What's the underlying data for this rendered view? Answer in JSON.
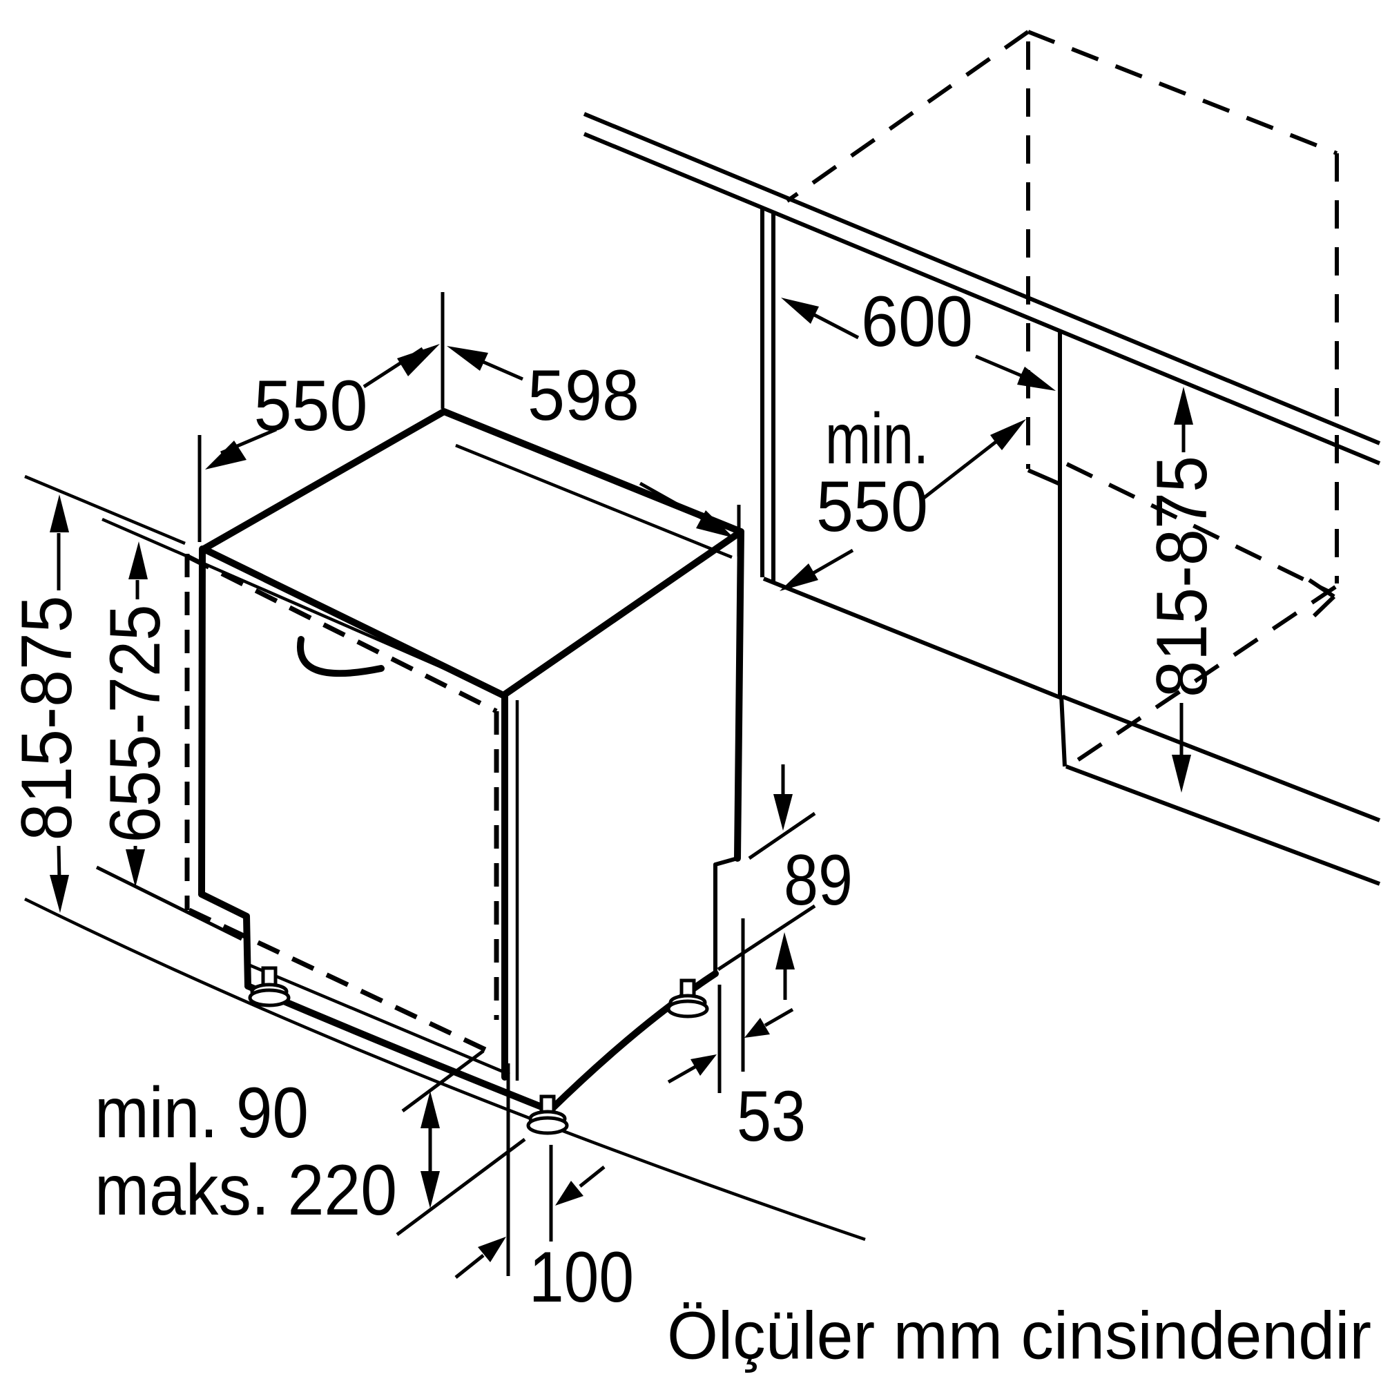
{
  "diagram": {
    "type": "dishwasher built-in installation drawing",
    "unit_note": "Ölçüler mm cinsindendir",
    "dimensions": {
      "appliance_depth": "550",
      "appliance_width": "598",
      "worktop_depth": "600",
      "niche_depth_min_word": "min.",
      "niche_depth_min_value": "550",
      "appliance_height_range": "815-875",
      "door_panel_height_range": "655-725",
      "niche_height_range": "815-875",
      "rear_foot_clearance_height": "89",
      "rear_foot_offset": "53",
      "plinth_min": "min. 90",
      "plinth_max": "maks. 220",
      "front_foot_inset": "100"
    }
  }
}
